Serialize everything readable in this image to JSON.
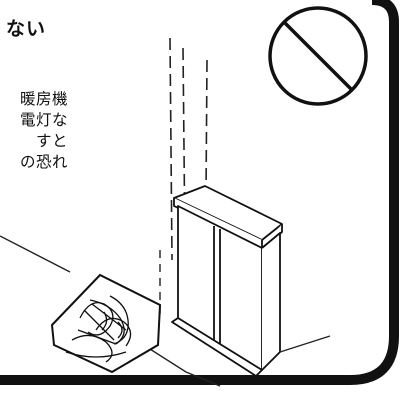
{
  "heading": "ない",
  "body_lines": [
    "暖房機",
    "電灯な",
    "すと",
    "の恐れ"
  ],
  "icons": {
    "prohibition": "prohibition-icon",
    "illustration": "outlet-and-cabinet-illustration"
  },
  "colors": {
    "ink": "#111111",
    "paper": "#ffffff"
  }
}
